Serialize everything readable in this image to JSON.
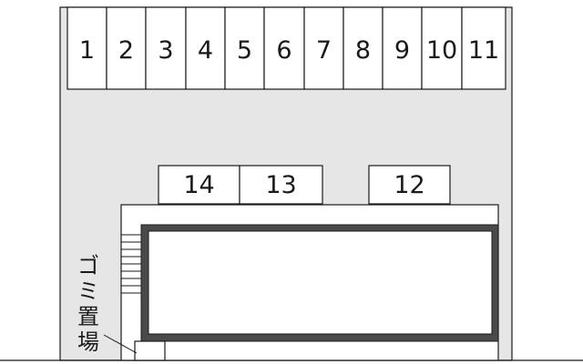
{
  "parking_top": {
    "spaces": [
      "1",
      "2",
      "3",
      "4",
      "5",
      "6",
      "7",
      "8",
      "9",
      "10",
      "11"
    ]
  },
  "parking_middle": {
    "left_pair": [
      "14",
      "13"
    ],
    "right_single": "12"
  },
  "garbage_area": {
    "label_chars": [
      "ゴ",
      "ミ",
      "置",
      "場"
    ]
  },
  "colors": {
    "lot_fill": "#e6e6e6",
    "line": "#1a1a1a",
    "building_border": "#4a4a4a",
    "background": "#ffffff"
  }
}
